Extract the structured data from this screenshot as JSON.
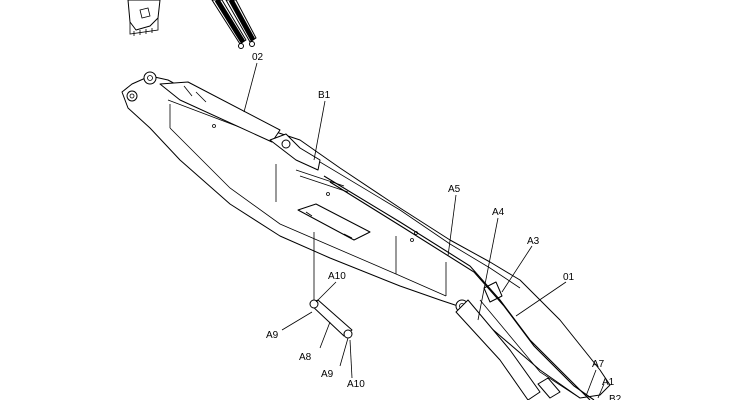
{
  "labels": {
    "p02": "02",
    "b1": "B1",
    "a5": "A5",
    "a4": "A4",
    "a3": "A3",
    "p01": "01",
    "a10_top": "A10",
    "a9_left": "A9",
    "a8": "A8",
    "a9_bottom": "A9",
    "a10_bottom": "A10",
    "a7": "A7",
    "a1": "A1",
    "b2": "B2"
  },
  "colors": {
    "line": "#000000",
    "background": "#ffffff"
  }
}
